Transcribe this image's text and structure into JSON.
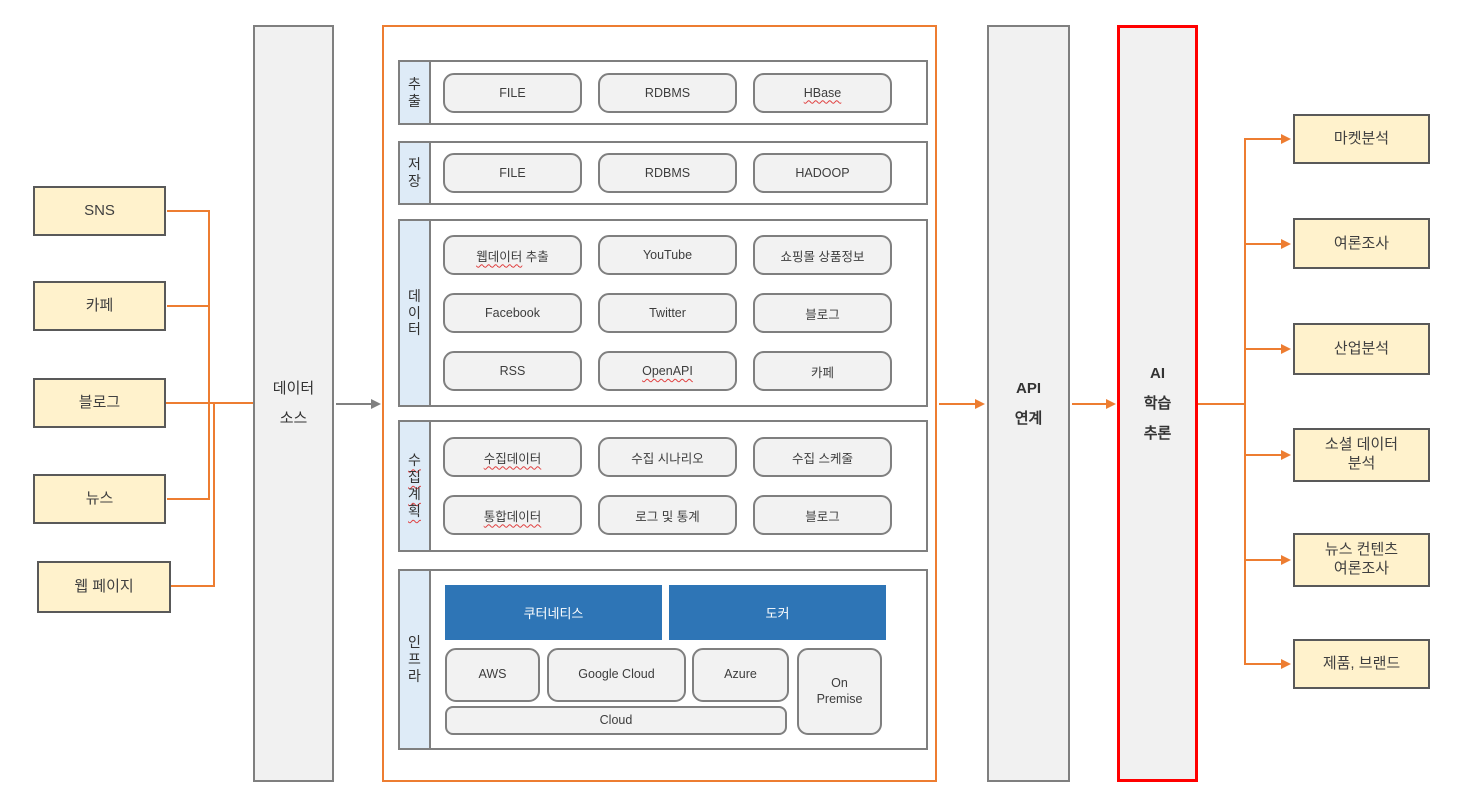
{
  "colors": {
    "accent_orange": "#ED7D31",
    "gray_border": "#7F7F7F",
    "dark_border": "#595959",
    "yellow_fill": "#FFF2CC",
    "label_blue_fill": "#DEEBF7",
    "panel_gray_fill": "#F1F1F1",
    "item_gray_fill": "#F2F2F2",
    "blue_fill": "#2E75B6",
    "red_border": "#FF0000",
    "squiggle_red": "#E04040"
  },
  "left_sources": {
    "items": [
      {
        "label": "SNS"
      },
      {
        "label": "카페"
      },
      {
        "label": "블로그"
      },
      {
        "label": "뉴스"
      },
      {
        "label": "웹 페이지"
      }
    ]
  },
  "data_source_column": {
    "label": "데이터\n소스"
  },
  "pipeline": {
    "rows": [
      {
        "label": "추\n출",
        "items": [
          {
            "sq": "",
            "tx": "FILE"
          },
          {
            "sq": "",
            "tx": "RDBMS"
          },
          {
            "sq": "HBase",
            "tx": ""
          }
        ]
      },
      {
        "label": "저\n장",
        "items": [
          {
            "sq": "",
            "tx": "FILE"
          },
          {
            "sq": "",
            "tx": "RDBMS"
          },
          {
            "sq": "",
            "tx": "HADOOP"
          }
        ]
      },
      {
        "label": "데\n이\n터",
        "items": [
          {
            "sq": "웹데이터",
            "tx": " 추출"
          },
          {
            "sq": "",
            "tx": "YouTube"
          },
          {
            "sq": "",
            "tx": "쇼핑몰 상품정보"
          },
          {
            "sq": "",
            "tx": "Facebook"
          },
          {
            "sq": "",
            "tx": "Twitter"
          },
          {
            "sq": "",
            "tx": "블로그"
          },
          {
            "sq": "",
            "tx": "RSS"
          },
          {
            "sq": "OpenAPI",
            "tx": ""
          },
          {
            "sq": "",
            "tx": "카페"
          }
        ]
      },
      {
        "label": "수\n집\n계\n획",
        "items": [
          {
            "sq": "수집데이터",
            "tx": ""
          },
          {
            "sq": "",
            "tx": "수집 시나리오"
          },
          {
            "sq": "",
            "tx": "수집 스케줄"
          },
          {
            "sq": "통합데이터",
            "tx": ""
          },
          {
            "sq": "",
            "tx": "로그 및 통계"
          },
          {
            "sq": "",
            "tx": "블로그"
          }
        ]
      }
    ],
    "infra": {
      "label": "인\n프\n라",
      "blue_items": [
        {
          "label": "쿠터네티스"
        },
        {
          "label": "도커"
        }
      ],
      "cloud_items": [
        {
          "label": "AWS"
        },
        {
          "label": "Google Cloud"
        },
        {
          "label": "Azure"
        }
      ],
      "on_premise": "On\nPremise",
      "cloud_wide": "Cloud"
    }
  },
  "api_column": {
    "label": "API\n연계"
  },
  "ai_column": {
    "label": "AI\n학습\n추론"
  },
  "outputs": {
    "items": [
      {
        "label": "마켓분석"
      },
      {
        "label": "여론조사"
      },
      {
        "label": "산업분석"
      },
      {
        "label": "소셜 데이터\n분석"
      },
      {
        "label": "뉴스 컨텐츠\n여론조사"
      },
      {
        "label": "제품, 브랜드"
      }
    ]
  }
}
